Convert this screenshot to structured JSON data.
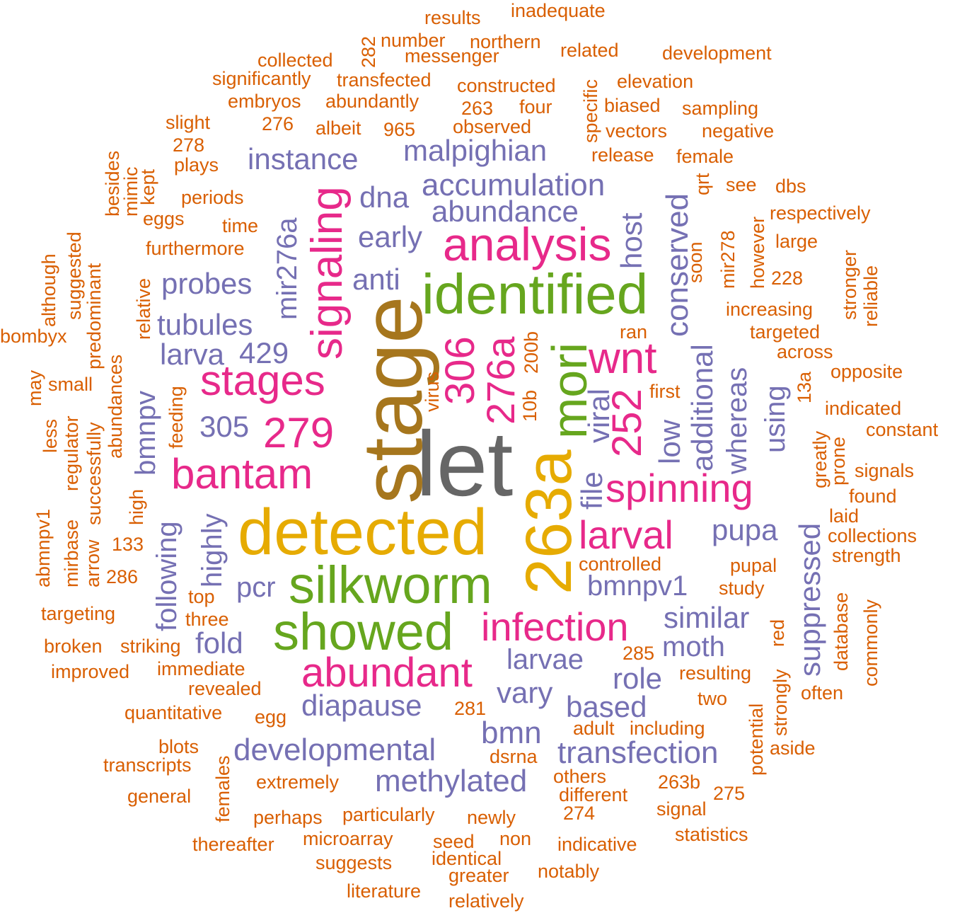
{
  "colors": {
    "orange": "#d95f02",
    "purple": "#7570b3",
    "magenta": "#e7298a",
    "green": "#66a61e",
    "yellow": "#e6ab02",
    "brown": "#a6761d",
    "gray": "#666666"
  },
  "words": [
    "let",
    "stage",
    "detected",
    "263a",
    "identified",
    "mori",
    "silkworm",
    "showed",
    "analysis",
    "signaling",
    "stages",
    "279",
    "bantam",
    "306",
    "276a",
    "252",
    "wnt",
    "spinning",
    "larval",
    "infection",
    "abundant",
    "malpighian",
    "instance",
    "accumulation",
    "abundance",
    "dna",
    "early",
    "anti",
    "probes",
    "mir276a",
    "tubules",
    "larva",
    "429",
    "305",
    "bmnpv",
    "following",
    "highly",
    "pcr",
    "fold",
    "diapause",
    "developmental",
    "methylated",
    "bmn",
    "transfection",
    "based",
    "role",
    "vary",
    "larvae",
    "moth",
    "similar",
    "bmnpv1",
    "pupa",
    "file",
    "viral",
    "host",
    "conserved",
    "low",
    "additional",
    "whereas",
    "using",
    "suppressed",
    "inadequate",
    "results",
    "282",
    "number",
    "northern",
    "messenger",
    "related",
    "development",
    "collected",
    "significantly",
    "transfected",
    "elevation",
    "constructed",
    "specific",
    "embryos",
    "abundantly",
    "biased",
    "263",
    "four",
    "sampling",
    "slight",
    "276",
    "albeit",
    "965",
    "observed",
    "vectors",
    "negative",
    "278",
    "plays",
    "release",
    "female",
    "besides",
    "mimic",
    "kept",
    "qrt",
    "see",
    "dbs",
    "periods",
    "eggs",
    "time",
    "respectively",
    "suggested",
    "furthermore",
    "mir278",
    "large",
    "soon",
    "although",
    "predominant",
    "relative",
    "however",
    "228",
    "stronger",
    "reliable",
    "increasing",
    "bombyx",
    "abundances",
    "targeted",
    "ran",
    "across",
    "200b",
    "first",
    "13a",
    "opposite",
    "may",
    "small",
    "successfully",
    "feeding",
    "10b",
    "virus",
    "indicated",
    "regulator",
    "less",
    "constant",
    "greatly",
    "prone",
    "signals",
    "abmnpv1",
    "mirbase",
    "high",
    "found",
    "laid",
    "133",
    "arrow",
    "collections",
    "strength",
    "286",
    "controlled",
    "pupal",
    "database",
    "commonly",
    "top",
    "study",
    "targeting",
    "three",
    "striking",
    "broken",
    "red",
    "285",
    "immediate",
    "improved",
    "strongly",
    "resulting",
    "revealed",
    "often",
    "two",
    "potential",
    "281",
    "quantitative",
    "egg",
    "adult",
    "including",
    "aside",
    "blots",
    "transcripts",
    "females",
    "dsrna",
    "extremely",
    "others",
    "263b",
    "different",
    "general",
    "275",
    "signal",
    "perhaps",
    "particularly",
    "newly",
    "274",
    "statistics",
    "thereafter",
    "microarray",
    "seed",
    "non",
    "indicative",
    "suggests",
    "identical",
    "notably",
    "greater",
    "literature",
    "relatively"
  ]
}
